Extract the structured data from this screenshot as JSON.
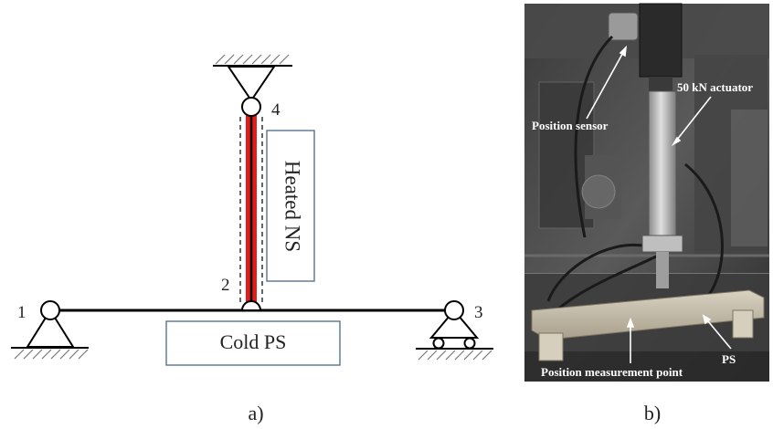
{
  "diagram": {
    "nodes": {
      "n1": "1",
      "n2": "2",
      "n3": "3",
      "n4": "4"
    },
    "heated_label": "Heated NS",
    "cold_label": "Cold PS"
  },
  "photo": {
    "labels": {
      "actuator": "50 kN actuator",
      "position_sensor": "Position sensor",
      "ps": "PS",
      "measurement_point": "Position measurement point"
    }
  },
  "captions": {
    "a": "a)",
    "b": "b)"
  },
  "colors": {
    "heated": "#e41b1b",
    "box_border": "#4a6a8a",
    "line": "#000000"
  }
}
